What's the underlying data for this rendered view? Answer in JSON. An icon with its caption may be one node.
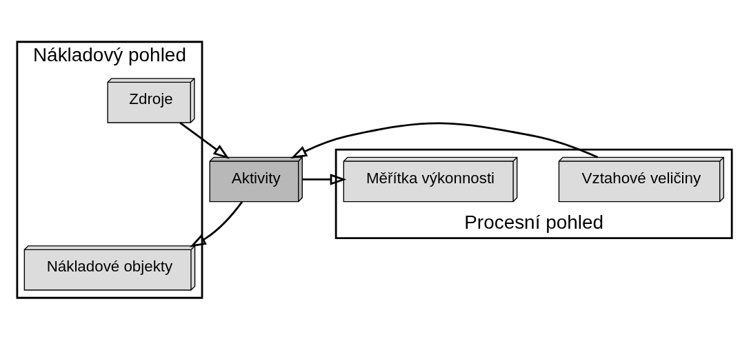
{
  "diagram": {
    "nodes": [
      {
        "text": [
          "Nákladový pohled"
        ]
      },
      {
        "text": [
          "Zdroje"
        ],
        "in": 0
      },
      {
        "text": [
          "Procesní pohled"
        ]
      },
      {
        "text": [
          "Vztahové veličiny"
        ],
        "in": 2
      },
      {
        "text": [
          "Aktivity"
        ]
      },
      {
        "text": [
          "Měřítka výkonnosti"
        ],
        "in": 2
      },
      {
        "text": [
          "Nákladové objekty"
        ],
        "in": 0
      }
    ],
    "edges": [
      {
        "from": 1,
        "to": 4,
        "arrow": "to"
      },
      {
        "from": 3,
        "to": 4,
        "arrow": "to"
      },
      {
        "from": 4,
        "to": 5,
        "arrow": "to"
      },
      {
        "from": 4,
        "to": 6,
        "arrow": "to"
      }
    ]
  }
}
